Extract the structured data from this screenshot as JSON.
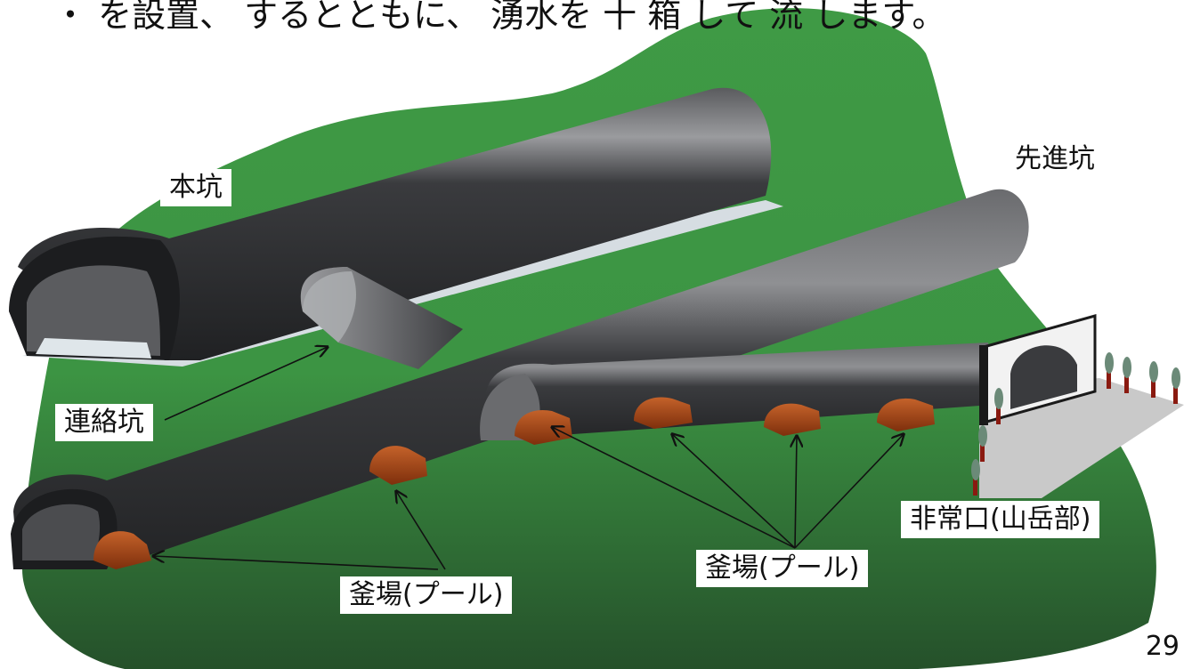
{
  "caption": {
    "text": "・ を設置、 するとともに、 湧水を 十 箱 して 流  します。"
  },
  "labels": {
    "main_tunnel": "本坑",
    "pilot_tunnel": "先進坑",
    "connecting_tunnel": "連絡坑",
    "emergency_exit": "非常口(山岳部)",
    "pool_left": "釜場(プール)",
    "pool_right": "釜場(プール)"
  },
  "page_number": "29",
  "colors": {
    "mountain_green": "#3f9a45",
    "ground_dark": "#2a5a2c",
    "tunnel_dark": "#2f3032",
    "tunnel_highlight": "#8a8b8d",
    "pool_brown": "#9b3f14",
    "portal_white": "#f2f2f2",
    "yard_gray": "#c9c9c9",
    "tree_trunk": "#8a1a10",
    "tree_crown": "#6b8a78"
  }
}
